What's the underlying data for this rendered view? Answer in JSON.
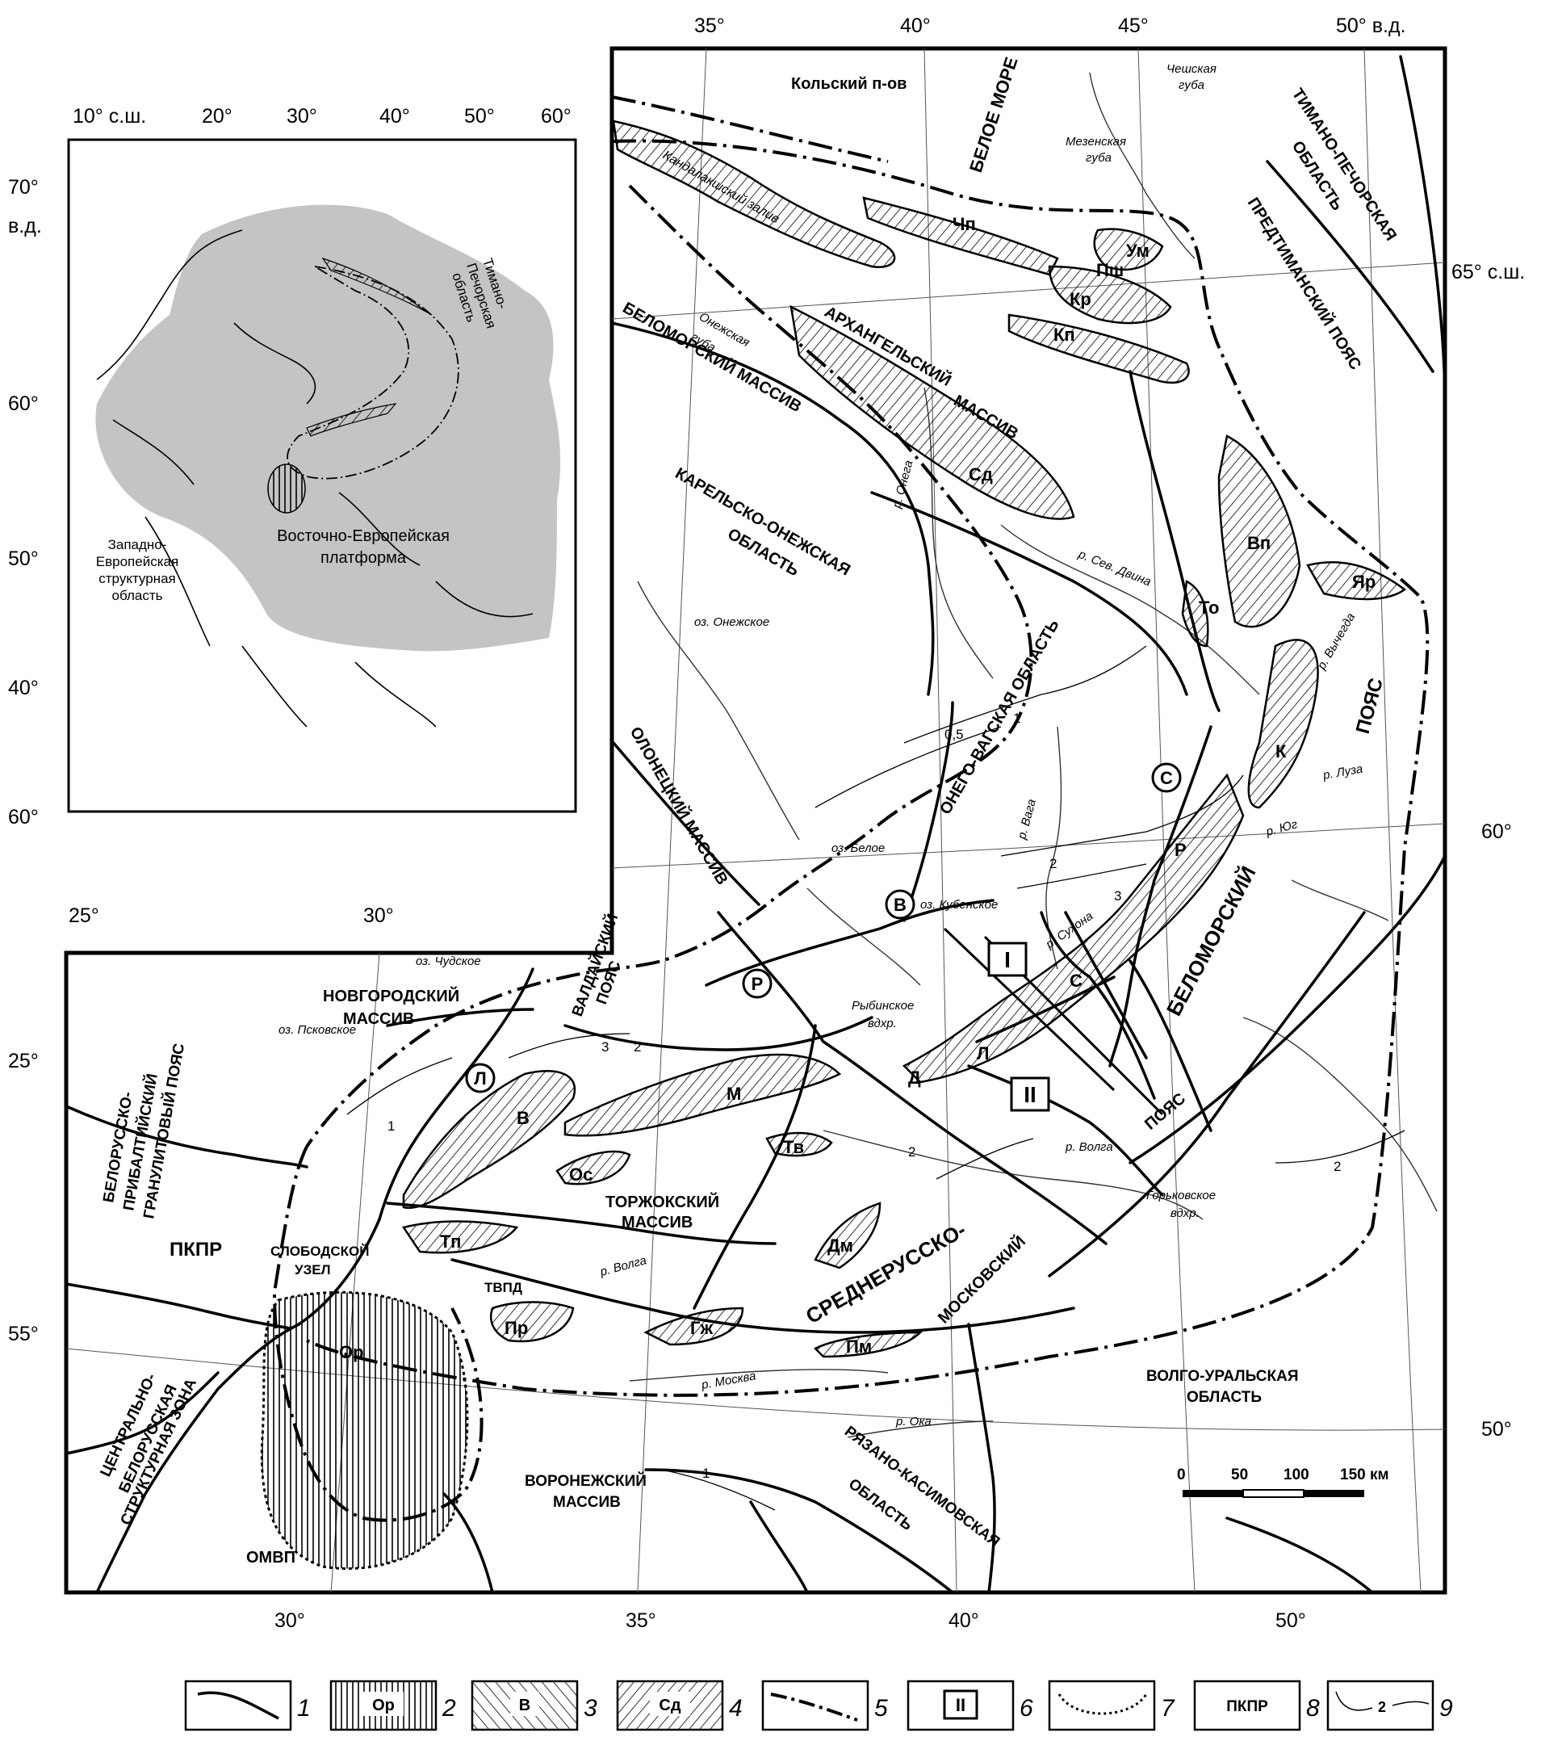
{
  "inset": {
    "lon_top": [
      "10° с.ш.",
      "20°",
      "30°",
      "40°",
      "50°",
      "60°"
    ],
    "lat_left": [
      "70°",
      "в.д.",
      "60°",
      "50°",
      "40°",
      "60°"
    ],
    "regions": {
      "timan": [
        "Тимано-",
        "Печорская",
        "область"
      ],
      "west": [
        "Западно-",
        "Европейская",
        "структурная",
        "область"
      ],
      "platform": [
        "Восточно-Европейская",
        "платформа"
      ]
    }
  },
  "main": {
    "lon_top": [
      "35°",
      "40°",
      "45°",
      "50° в.д."
    ],
    "lon_bottom": [
      "30°",
      "35°",
      "40°",
      "50°"
    ],
    "lon_mid": [
      "25°",
      "30°"
    ],
    "lat_right": [
      "65° с.ш.",
      "60°",
      "50°"
    ],
    "lat_left": [
      "25°",
      "55°"
    ],
    "regions": {
      "kola": "Кольский п-ов",
      "beloe_more": "БЕЛОЕ МОРЕ",
      "chesh": [
        "Чешская",
        "губа"
      ],
      "mezen": [
        "Мезенская",
        "губа"
      ],
      "timan_pech": [
        "ТИМАНО-ПЕЧОРСКАЯ",
        "ОБЛАСТЬ"
      ],
      "predtiman": "ПРЕДТИМАНСКИЙ ПОЯС",
      "kandal": "Кандалакшский залив",
      "onezh_guba": [
        "Онежская",
        "губа"
      ],
      "belomor_massiv": "БЕЛОМОРСКИЙ МАССИВ",
      "arkh": [
        "АРХАНГЕЛЬСКИЙ",
        "МАССИВ"
      ],
      "karel": [
        "КАРЕЛЬСКО-ОНЕЖСКАЯ",
        "ОБЛАСТЬ"
      ],
      "onego_vag": "ОНЕГО-ВАГСКАЯ ОБЛАСТЬ",
      "olon": "ОЛОНЕЦКИЙ МАССИВ",
      "valdai": [
        "ВАЛДАЙСКИЙ",
        "ПОЯС"
      ],
      "novgorod": [
        "НОВГОРОДСКИЙ",
        "МАССИВ"
      ],
      "belor_prib": [
        "БЕЛОРУССКО-",
        "ПРИБАЛТИЙСКИЙ",
        "ГРАНУЛИТОВЫЙ ПОЯС"
      ],
      "pkpr": "ПКПР",
      "slobod": [
        "СЛОБОДСКОЙ",
        "УЗЕЛ"
      ],
      "tvpd": "ТВПД",
      "torzh": [
        "ТОРЖОКСКИЙ",
        "МАССИВ"
      ],
      "sredneruss": "СРЕДНЕРУССКО-",
      "moskov": "МОСКОВСКИЙ",
      "poyas": "ПОЯС",
      "belomorsky": "БЕЛОМОРСКИЙ",
      "poyas2": "ПОЯС",
      "volgo_ural": [
        "ВОЛГО-УРАЛЬСКАЯ",
        "ОБЛАСТЬ"
      ],
      "voronezh": [
        "ВОРОНЕЖСКИЙ",
        "МАССИВ"
      ],
      "ryazan": [
        "РЯЗАНО-КАСИМОВСКАЯ",
        "ОБЛАСТЬ"
      ],
      "centr_belor": [
        "ЦЕНТРАЛЬНО-",
        "БЕЛОРУССКАЯ",
        "СТРУКТУРНАЯ ЗОНА"
      ],
      "omvp": "ОМВП"
    },
    "water": {
      "onega_river": "р. Онега",
      "sev_dvina": "р. Сев. Двина",
      "vychegda": "р. Вычегда",
      "onezhskoe": "оз. Онежское",
      "vaga": "р. Вага",
      "luza": "р. Луза",
      "yug": "р. Юг",
      "beloe_oz": "оз. Белое",
      "kubenskoe": "оз. Кубенское",
      "sukhona": "р. Сухона",
      "chudskoe": "оз. Чудское",
      "pskovskoe": "оз. Псковское",
      "rybinsk": [
        "Рыбинское",
        "вдхр."
      ],
      "volga1": "р. Волга",
      "volga2": "р. Волга",
      "gorky": [
        "Горьковское",
        "вдхр."
      ],
      "moskva": "р. Москва",
      "oka": "р. Ока"
    },
    "basins": [
      "Чп",
      "Ум",
      "Пш",
      "Кр",
      "Кп",
      "Сд",
      "Вп",
      "Яр",
      "То",
      "К",
      "Р",
      "С",
      "Л",
      "Д",
      "М",
      "В",
      "Ос",
      "Тв",
      "Дм",
      "Тп",
      "Пр",
      "Гж",
      "Пм",
      "Ор"
    ],
    "circles": [
      "С",
      "В",
      "Р",
      "Л"
    ],
    "zones": [
      "I",
      "II"
    ],
    "isolines": [
      "0,5",
      "1",
      "2",
      "3",
      "2",
      "3",
      "2",
      "1",
      "2",
      "1"
    ],
    "scale": {
      "ticks": [
        "0",
        "50",
        "100",
        "150 км"
      ]
    }
  },
  "legend": [
    {
      "num": "1",
      "sample": ""
    },
    {
      "num": "2",
      "sample": "Ор"
    },
    {
      "num": "3",
      "sample": "В"
    },
    {
      "num": "4",
      "sample": "Сд"
    },
    {
      "num": "5",
      "sample": ""
    },
    {
      "num": "6",
      "sample": "II"
    },
    {
      "num": "7",
      "sample": ""
    },
    {
      "num": "8",
      "sample": "ПКПР"
    },
    {
      "num": "9",
      "sample": "2"
    }
  ]
}
